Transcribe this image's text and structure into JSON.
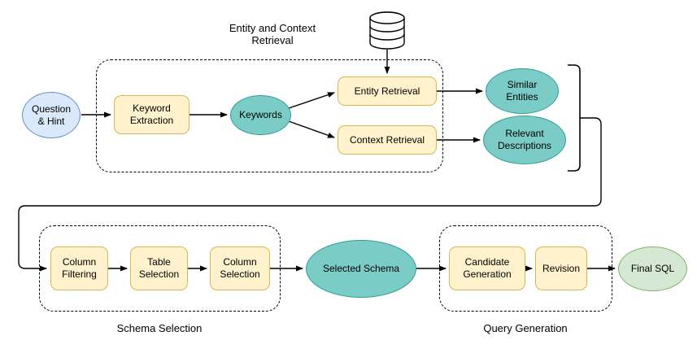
{
  "diagram": {
    "labels": {
      "entity_context_retrieval": "Entity and Context\nRetrieval",
      "schema_selection": "Schema Selection",
      "query_generation": "Query Generation"
    },
    "nodes": {
      "question_hint": "Question\n& Hint",
      "keyword_extraction": "Keyword\nExtraction",
      "keywords": "Keywords",
      "entity_retrieval": "Entity Retrieval",
      "context_retrieval": "Context Retrieval",
      "similar_entities": "Similar\nEntities",
      "relevant_descriptions": "Relevant\nDescriptions",
      "column_filtering": "Column\nFiltering",
      "table_selection": "Table\nSelection",
      "column_selection": "Column\nSelection",
      "selected_schema": "Selected Schema",
      "candidate_generation": "Candidate\nGeneration",
      "revision": "Revision",
      "final_sql": "Final SQL"
    },
    "icons": {
      "database_icon": "database-cylinder"
    },
    "colors": {
      "yellow_fill": "#FFF2CC",
      "yellow_stroke": "#D6B656",
      "teal_fill": "#7BCCC6",
      "teal_stroke": "#2D9E96",
      "blue_fill": "#DAE8FC",
      "blue_stroke": "#6C8EBF",
      "green_fill": "#D5E8D4",
      "green_stroke": "#82B366",
      "line": "#000000"
    }
  }
}
